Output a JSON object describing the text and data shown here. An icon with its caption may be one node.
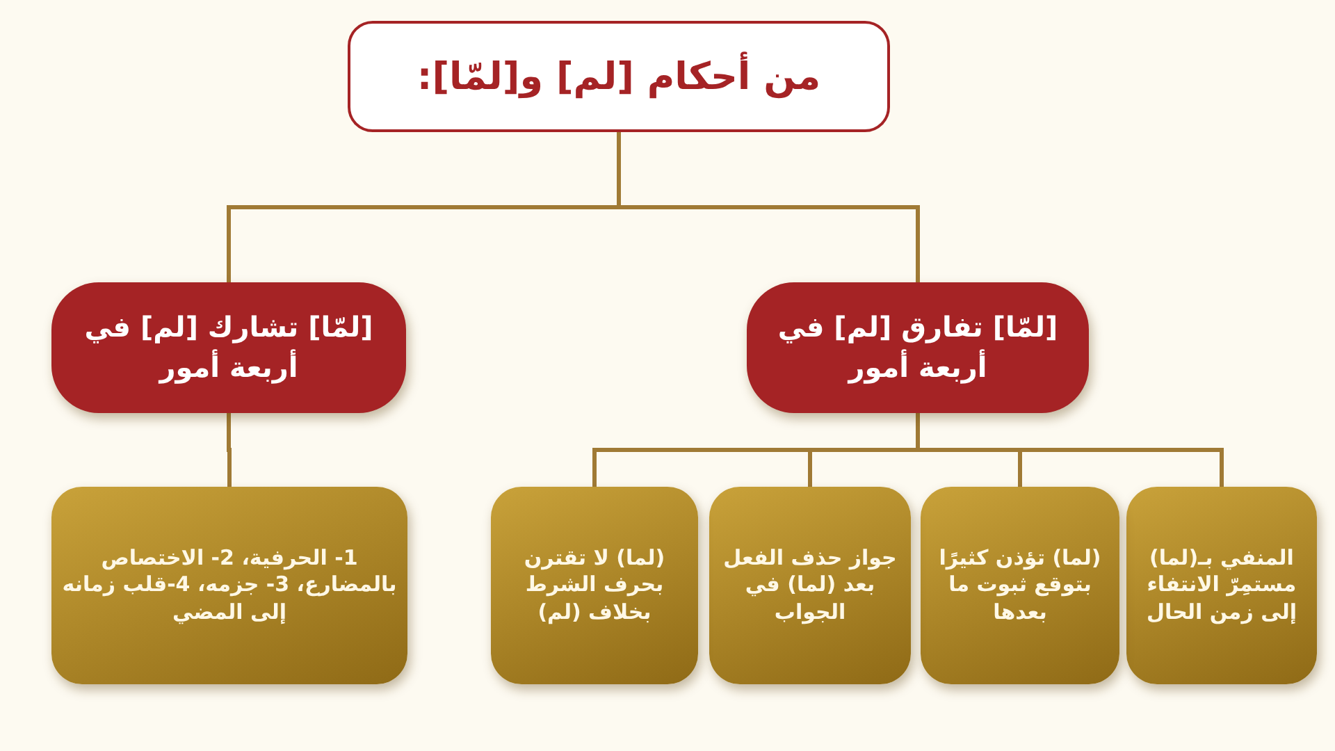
{
  "diagram": {
    "title": "من أحكام [لم] و[لمّا]:",
    "nodes": [
      {
        "text": [
          "[لمّا] تفارق [لم] في أربعة أمور"
        ]
      },
      {
        "text": [
          "[لمّا] تشارك [لم] في أربعة أمور"
        ]
      },
      {
        "text": [
          "المنفي بـ(لما) مستمِرّ الانتفاء إلى زمن الحال"
        ]
      },
      {
        "text": [
          "(لما) تؤذن كثيرًا بتوقع ثبوت ما بعدها"
        ]
      },
      {
        "text": [
          "جواز حذف الفعل بعد (لما) في الجواب"
        ]
      },
      {
        "text": [
          "(لما) لا تقترن بحرف الشرط بخلاف (لم)"
        ]
      },
      {
        "text": [
          "1- الحرفية، 2- الاختصاص بالمضارع، 3- جزمه، 4-قلب زمانه إلى المضي"
        ]
      }
    ],
    "edges": [
      {
        "from": null,
        "to": 0,
        "arrow": "none"
      },
      {
        "from": null,
        "to": 1,
        "arrow": "none"
      },
      {
        "from": 0,
        "to": 2,
        "arrow": "none"
      },
      {
        "from": 0,
        "to": 3,
        "arrow": "none"
      },
      {
        "from": 0,
        "to": 4,
        "arrow": "none"
      },
      {
        "from": 0,
        "to": 5,
        "arrow": "none"
      },
      {
        "from": 1,
        "to": 6,
        "arrow": "none"
      }
    ]
  }
}
